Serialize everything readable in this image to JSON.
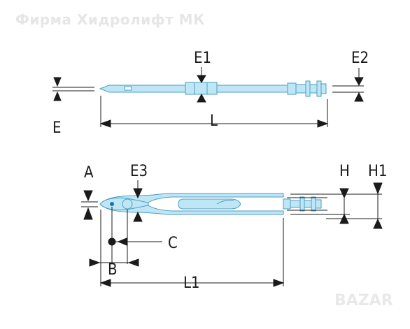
{
  "watermark_top": "Фирма Хидролифт МК",
  "watermark_bottom": "BAZAR",
  "labels": {
    "E1": "E1",
    "E2": "E2",
    "E": "E",
    "L": "L",
    "A": "A",
    "E3": "E3",
    "H": "H",
    "H1": "H1",
    "C": "C",
    "B": "B",
    "L1": "L1"
  },
  "colors": {
    "tool_fill": "#bfe6f5",
    "tool_stroke": "#4a9ec4",
    "dimension": "#1a1a1a",
    "dot": "#1e6fb0"
  }
}
